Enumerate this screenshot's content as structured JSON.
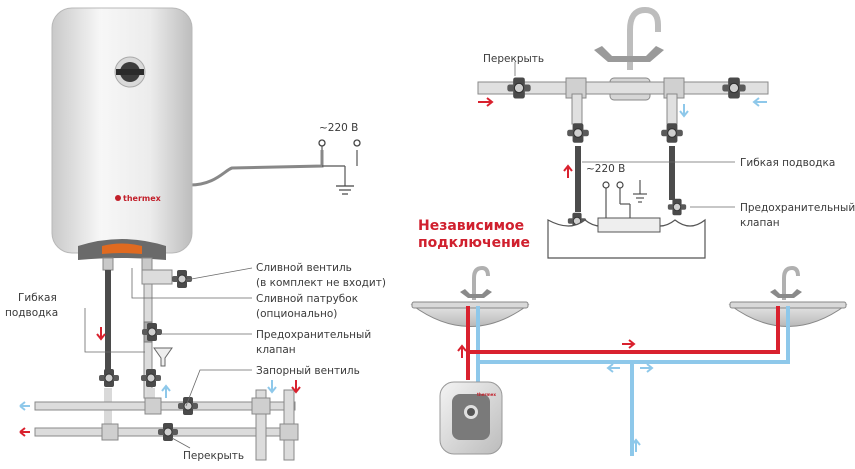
{
  "colors": {
    "hot": "#d9212e",
    "cold": "#8ec8ea",
    "pipe": "#d9d9d9",
    "pipe_stroke": "#8a8a8a",
    "valve": "#4a4a4a",
    "heater_body": "#eeeeee",
    "flex_hose": "#4b4b4b"
  },
  "left_diagram": {
    "brand": "thermex",
    "voltage": "~220 В",
    "labels": {
      "drain_valve": "Сливной вентиль",
      "drain_valve_note": "(в комплект не входит)",
      "drain_fitting": "Сливной патрубок",
      "drain_fitting_note": "(опционально)",
      "safety_valve": "Предохранительный",
      "safety_valve_2": "клапан",
      "shutoff_valve": "Запорный вентиль",
      "flex_hose": "Гибкая",
      "flex_hose_2": "подводка",
      "shut_off": "Перекрыть"
    },
    "icons": [
      "water-heater-icon",
      "valve-icon",
      "funnel-icon",
      "ground-icon",
      "arrow-icon"
    ]
  },
  "right_top_diagram": {
    "voltage": "~220 В",
    "labels": {
      "shut_off": "Перекрыть",
      "flex_hose": "Гибкая подводка",
      "safety_valve": "Предохранительный",
      "safety_valve_2": "клапан"
    }
  },
  "right_bottom_diagram": {
    "title": "Независимое",
    "title_2": "подключение",
    "brand": "thermex"
  }
}
